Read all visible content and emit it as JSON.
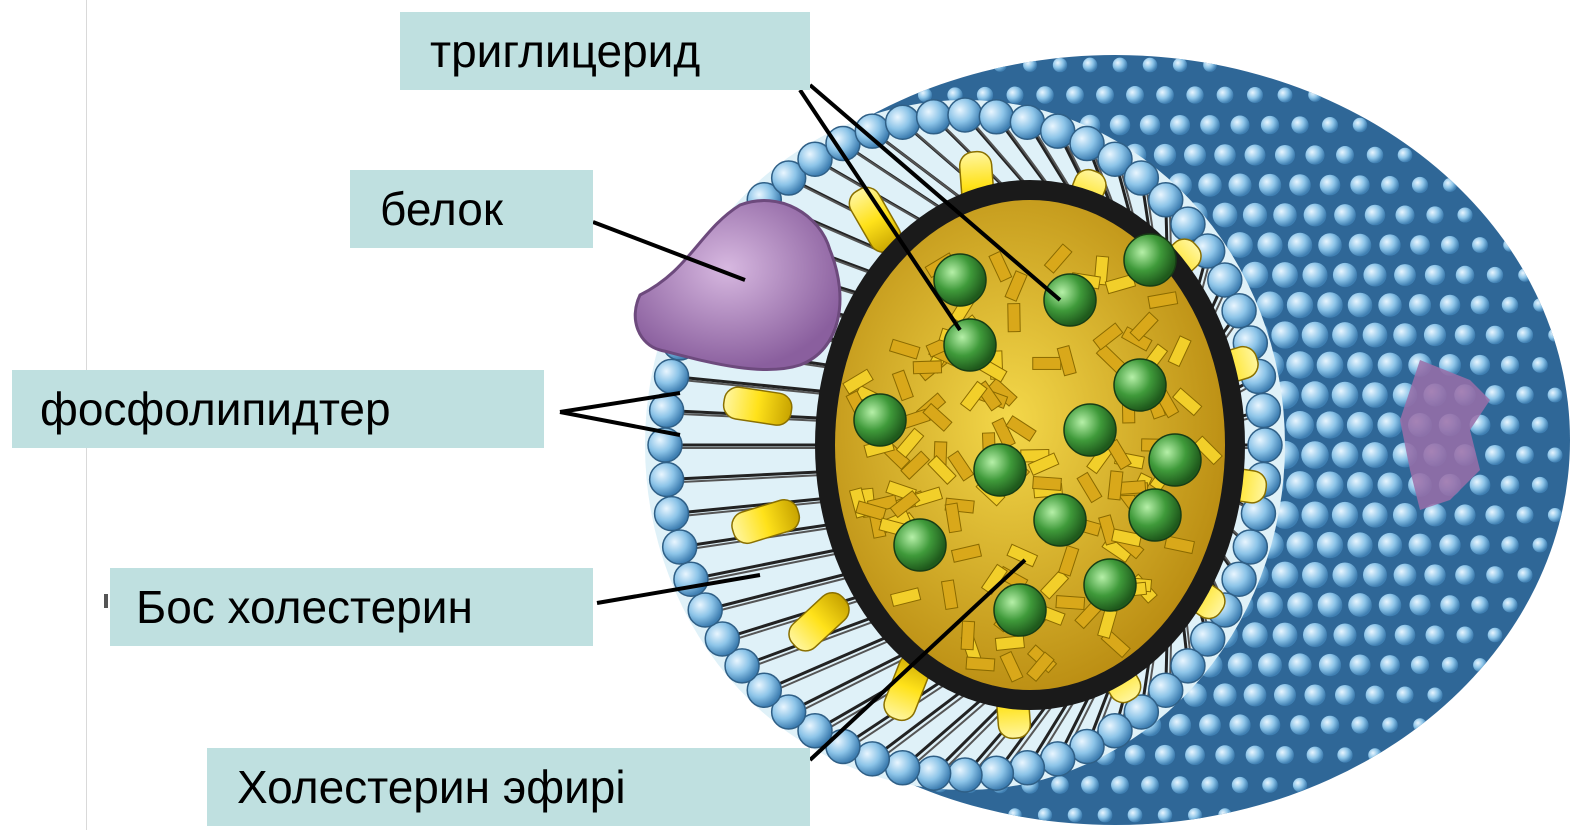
{
  "labels": {
    "triglyceride": "триглицерид",
    "protein": "белок",
    "phospholipids": "фосфолипидтер",
    "free_cholesterol": "Бос холестерин",
    "cholesterol_ester": "Холестерин эфирі"
  },
  "colors": {
    "label_bg": "#bfe0e0",
    "shell_blue": "#6fa8d4",
    "head_blue": "#a8d3ec",
    "core_yellow": "#e6c21a",
    "green_ball": "#3f9a3a",
    "protein_purple": "#9a6fa8"
  }
}
